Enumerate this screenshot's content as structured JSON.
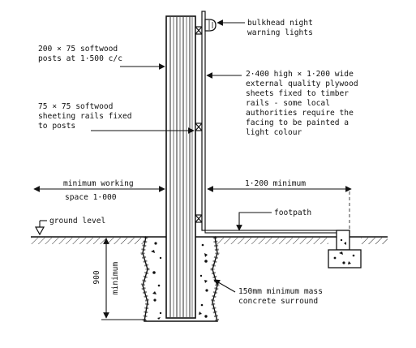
{
  "labels": {
    "bulkhead_1": "bulkhead night",
    "bulkhead_2": "warning lights",
    "posts_1": "200 × 75  softwood",
    "posts_2": "posts at 1·500 c/c",
    "rails_1": "75 × 75  softwood",
    "rails_2": "sheeting rails fixed",
    "rails_3": "to posts",
    "ply_1": "2·400 high × 1·200 wide",
    "ply_2": "external quality plywood",
    "ply_3": "sheets fixed to timber",
    "ply_4": "rails - some local",
    "ply_5": "authorities require the",
    "ply_6": "facing to be painted a",
    "ply_7": "light colour",
    "working_1": "minimum working",
    "working_2": "space 1·000",
    "footpath_width": "1·200  minimum",
    "footpath": "footpath",
    "ground": "ground level",
    "depth_value": "900",
    "depth_word": "minimum",
    "concrete_1": "150mm minimum mass",
    "concrete_2": "concrete surround"
  },
  "colors": {
    "ink": "#111111",
    "paper": "#ffffff"
  }
}
